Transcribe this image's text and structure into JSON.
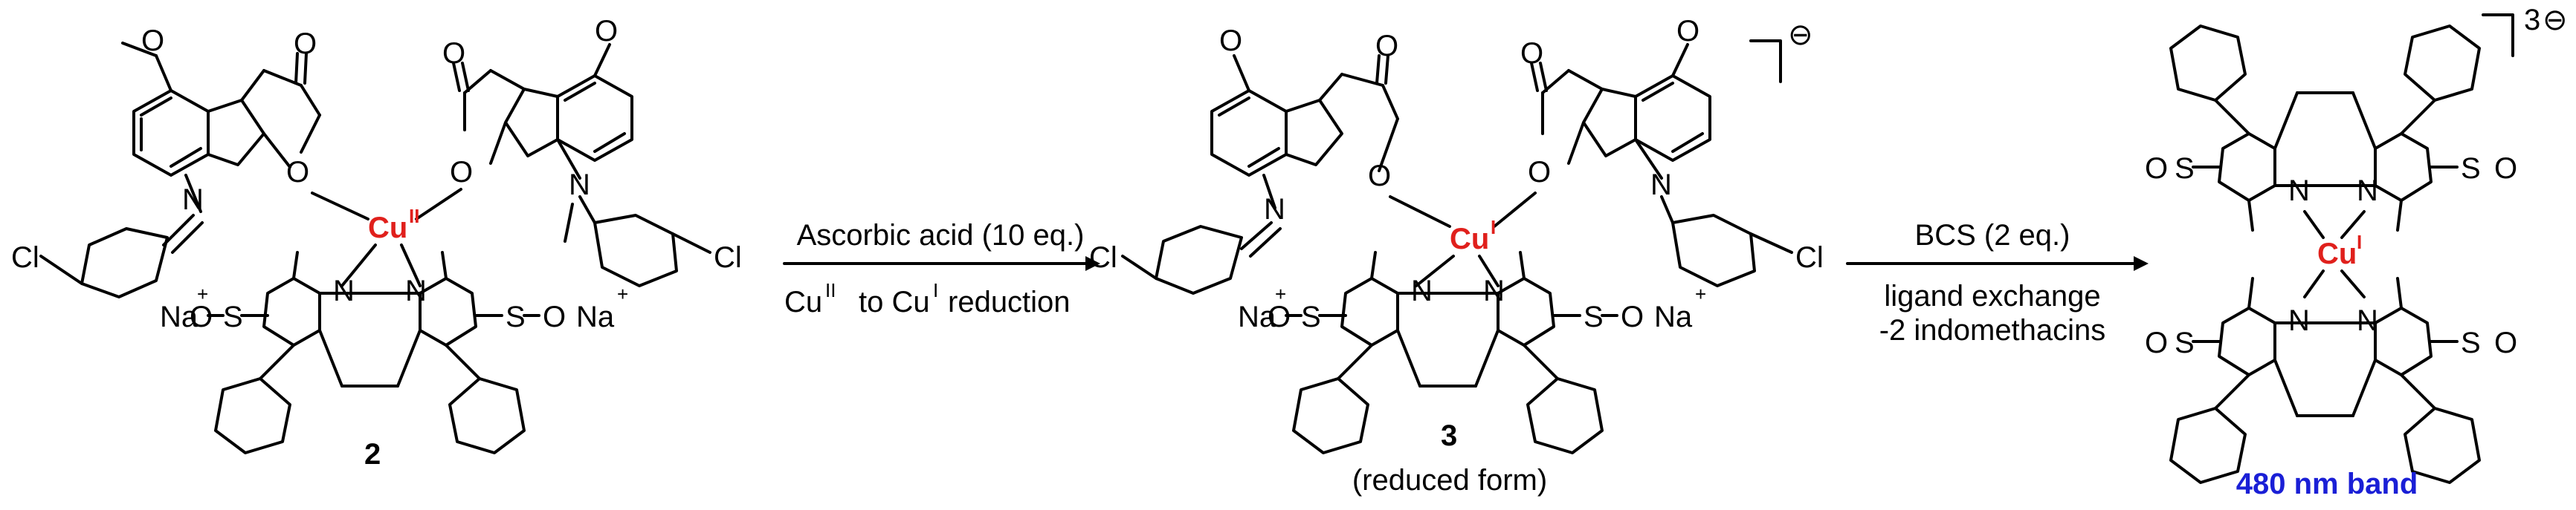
{
  "compound_2": {
    "label": "2",
    "metal": "Cu",
    "oxidation": "II",
    "counterion": "Na",
    "chloro": "Cl",
    "sulfonate_s": "S",
    "sulfonate_o": "O",
    "nitrogen": "N"
  },
  "arrow_1": {
    "reagent": "Ascorbic acid (10 eq.)",
    "cu_start": "Cu",
    "cu_start_sup": "II",
    "to_text": "to Cu",
    "cu_end_sup": "I",
    "reduction": "reduction"
  },
  "compound_3": {
    "label": "3",
    "caption": "(reduced form)",
    "metal": "Cu",
    "oxidation": "I",
    "charge": "⊖",
    "counterion": "Na",
    "chloro": "Cl"
  },
  "arrow_2": {
    "reagent": "BCS (2 eq.)",
    "line1": "ligand exchange",
    "line2": "-2 indomethacins"
  },
  "product": {
    "metal": "Cu",
    "oxidation": "I",
    "charge_num": "3",
    "charge_sign": "⊖",
    "band": "480 nm band",
    "band_color": "#1a1fd6",
    "cu_color": "#e0201c"
  },
  "atoms": {
    "methoxy_o": "O",
    "carbonyl_o": "O",
    "sulfonate_o_minus": "O",
    "minus": "–",
    "plus": "+",
    "sulfur": "S",
    "nitrogen": "N"
  }
}
